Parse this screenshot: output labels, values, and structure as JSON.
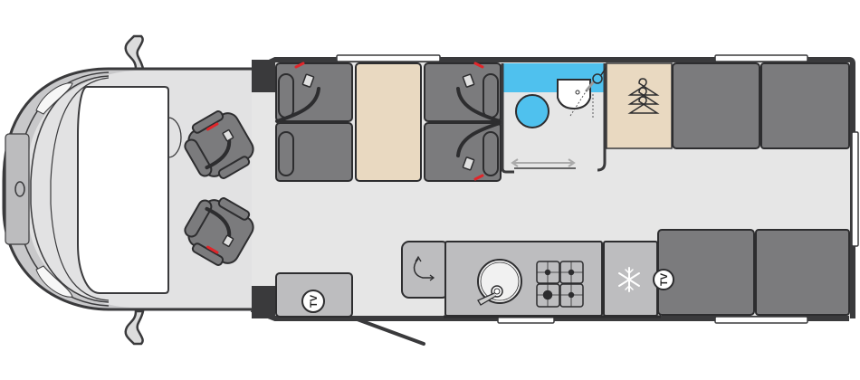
{
  "diagram": {
    "type": "motorhome-floor-plan",
    "colors": {
      "wall": "#3a3a3c",
      "floor": "#e6e6e6",
      "cab_body": "#c8c8ca",
      "seat": "#7b7b7d",
      "seat_dark": "#2d2d2f",
      "seatbelt_red": "#e0262a",
      "table": "#e9d9c1",
      "washroom_blue": "#4fc1ee",
      "wardrobe": "#e9d9c1",
      "cabinet": "#bdbdbf",
      "window": "#ffffff"
    },
    "zones": [
      {
        "id": "cab",
        "label": "Cab"
      },
      {
        "id": "cab-seats",
        "label": "Driver & passenger swivel seats",
        "count": 2
      },
      {
        "id": "dinette",
        "label": "Front dinette with travel seats",
        "seats": 4,
        "belted": 4
      },
      {
        "id": "dinette-table",
        "label": "Dinette table"
      },
      {
        "id": "washroom",
        "label": "Washroom with toilet and basin"
      },
      {
        "id": "sliding-door",
        "label": "Sliding door"
      },
      {
        "id": "wardrobe",
        "label": "Wardrobe"
      },
      {
        "id": "rear-lounge-left",
        "label": "Rear lounge seating (left)"
      },
      {
        "id": "rear-lounge-right",
        "label": "Rear lounge seating (right)"
      },
      {
        "id": "corner-unit",
        "label": "Corner unit"
      },
      {
        "id": "kitchen",
        "label": "Kitchen with sink and 4-burner hob",
        "burners": 4
      },
      {
        "id": "fridge",
        "label": "Fridge / freezer"
      },
      {
        "id": "tv-front",
        "label": "TV",
        "icon_text": "TV"
      },
      {
        "id": "tv-rear",
        "label": "TV",
        "icon_text": "TV"
      },
      {
        "id": "entrance",
        "label": "Habitation door"
      }
    ],
    "icons": {
      "tv_front": "TV",
      "tv_rear": "TV",
      "fridge": "snowflake",
      "wardrobe": "coat-hangers",
      "sliding_door": "double-arrow",
      "corner_unit": "swivel-arrow"
    }
  }
}
